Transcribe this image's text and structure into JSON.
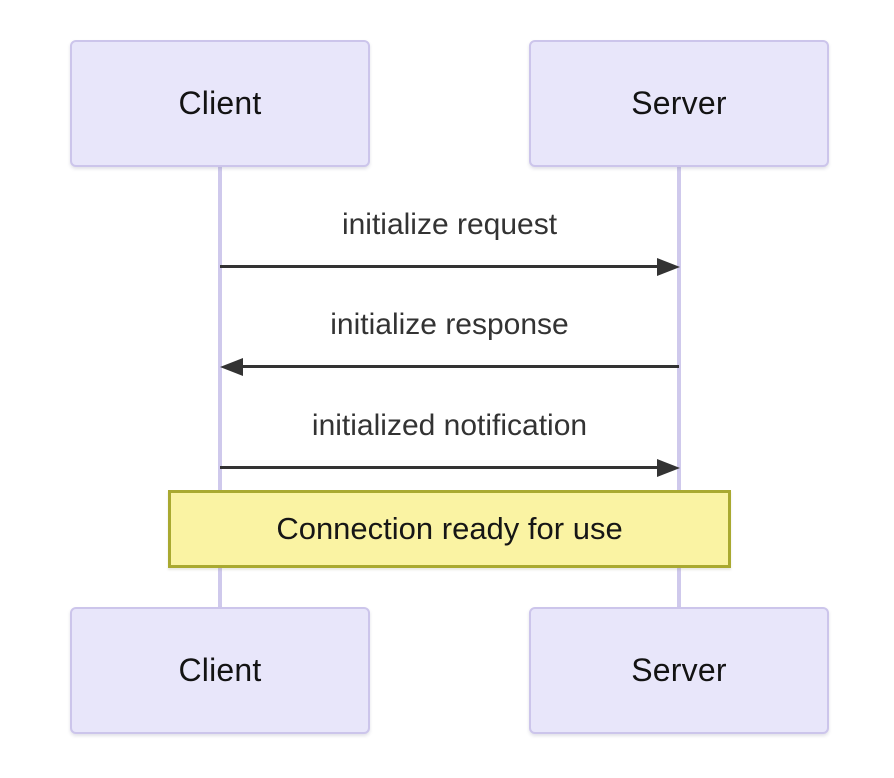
{
  "diagram": {
    "type": "sequence-diagram",
    "actors": [
      {
        "id": "client",
        "label": "Client"
      },
      {
        "id": "server",
        "label": "Server"
      }
    ],
    "messages": [
      {
        "from": "Client",
        "to": "Server",
        "label": "initialize request",
        "arrow": "solid-right"
      },
      {
        "from": "Server",
        "to": "Client",
        "label": "initialize response",
        "arrow": "solid-left"
      },
      {
        "from": "Client",
        "to": "Server",
        "label": "initialized notification",
        "arrow": "solid-right"
      }
    ],
    "note": {
      "over": [
        "Client",
        "Server"
      ],
      "label": "Connection ready for use"
    },
    "colors": {
      "background": "#ffffff",
      "actor_fill": "#e8e6fa",
      "actor_border": "#ccc5eb",
      "lifeline": "#cfc9ec",
      "message_line": "#333333",
      "message_text": "#333333",
      "actor_text": "#131313",
      "note_fill": "#faf3a3",
      "note_border": "#a9a930",
      "note_text": "#161616"
    }
  }
}
